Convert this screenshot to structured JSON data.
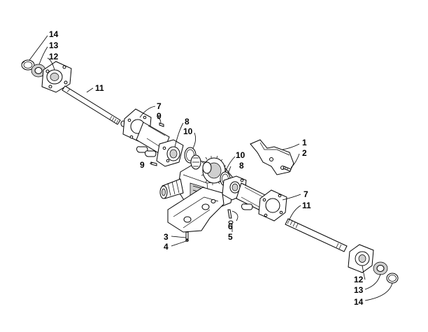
{
  "callouts": {
    "c1": "1",
    "c2": "2",
    "c3": "3",
    "c4": "4",
    "c5": "5",
    "c6": "6",
    "c7a": "7",
    "c7b": "7",
    "c8a": "8",
    "c8b": "8",
    "c9a": "9",
    "c9b": "9",
    "c10a": "10",
    "c10b": "10",
    "c11a": "11",
    "c11b": "11",
    "c12a": "12",
    "c12b": "12",
    "c13a": "13",
    "c13b": "13",
    "c14a": "14",
    "c14b": "14"
  }
}
